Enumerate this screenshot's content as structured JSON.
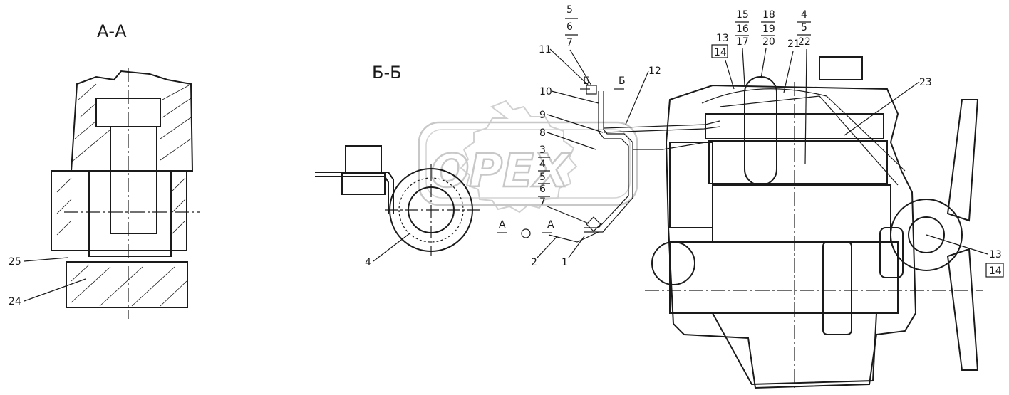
{
  "section_aa": "А-А",
  "section_bb": "Б-Б",
  "section_marks": {
    "b": "Б",
    "a": "А"
  },
  "watermark": "OPEX",
  "callouts": {
    "c1": "1",
    "c2": "2",
    "c4a": "4",
    "c24": "24",
    "c25": "25",
    "c8": "8",
    "c9": "9",
    "c10": "10",
    "c11": "11",
    "c12": "12",
    "stack_left": [
      "3",
      "4",
      "5",
      "6",
      "7"
    ],
    "top5": [
      "5",
      "6",
      "7"
    ],
    "c13": "13",
    "c14": "14",
    "c15": [
      "15",
      "16",
      "17"
    ],
    "c18": [
      "18",
      "19",
      "20"
    ],
    "c21": "21",
    "c4b": [
      "4",
      "5",
      "22"
    ],
    "c23": "23",
    "r13": "13",
    "r14": "14"
  }
}
